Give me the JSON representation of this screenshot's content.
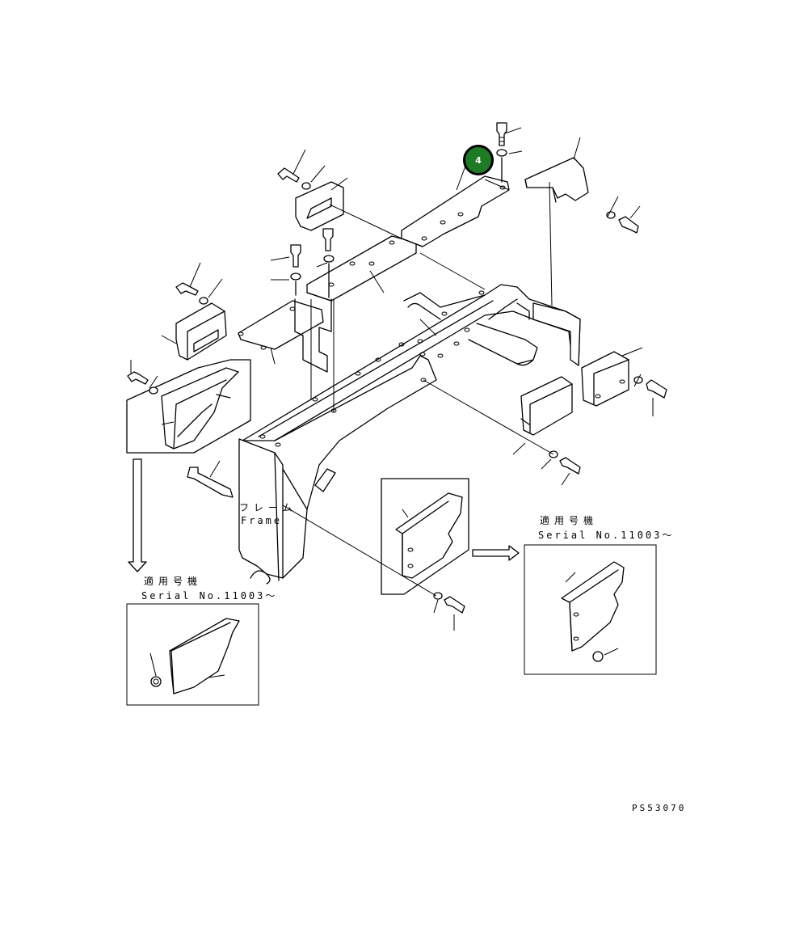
{
  "callout": {
    "number": "4",
    "color": "#1f7a26"
  },
  "labels": {
    "frame_jp": "フレーム",
    "frame_en": "Frame",
    "applicable_left": "適用号機",
    "serial_left": "Serial No.11003～",
    "applicable_right": "適用号機",
    "serial_right": "Serial No.11003～",
    "drawing_code": "PS53070"
  }
}
